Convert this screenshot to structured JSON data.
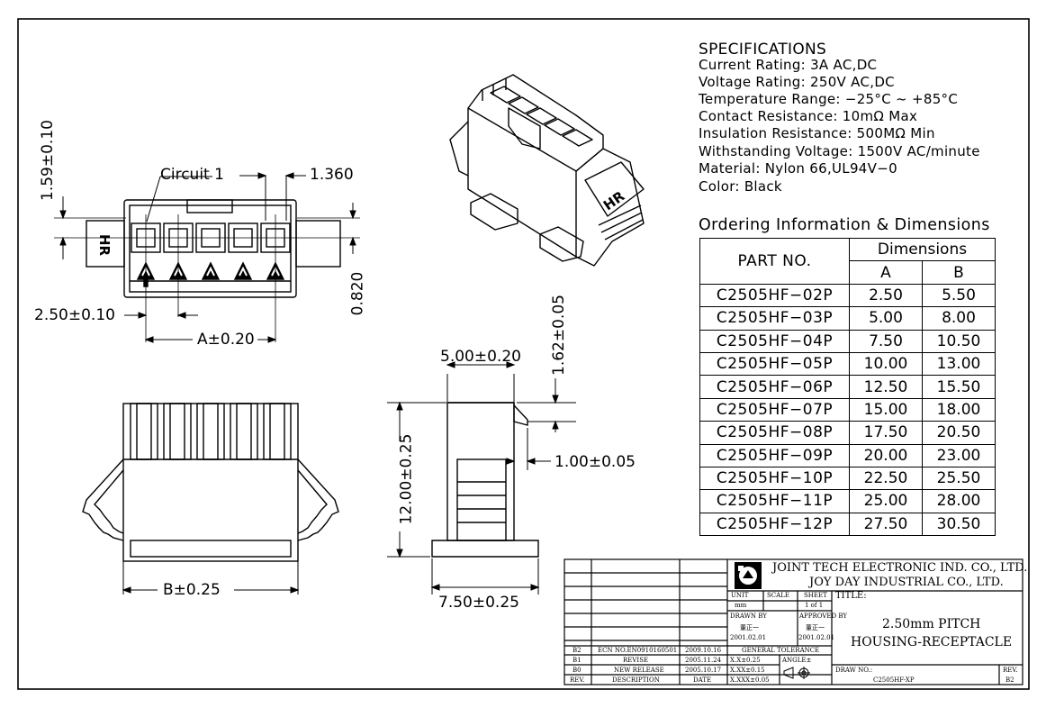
{
  "specs": {
    "heading": "SPECIFICATIONS",
    "lines": [
      "Current Rating: 3A AC,DC",
      "Voltage Rating: 250V AC,DC",
      "Temperature Range: −25°C ~ +85°C",
      "Contact Resistance: 10mΩ Max",
      "Insulation Resistance: 500MΩ Min",
      "Withstanding Voltage: 1500V AC/minute",
      "Material: Nylon 66,UL94V−0",
      "Color: Black"
    ]
  },
  "ordering": {
    "heading": "Ordering Information & Dimensions",
    "col_part": "PART NO.",
    "col_dims": "Dimensions",
    "col_a": "A",
    "col_b": "B",
    "rows": [
      {
        "part": "C2505HF−02P",
        "a": "2.50",
        "b": "5.50"
      },
      {
        "part": "C2505HF−03P",
        "a": "5.00",
        "b": "8.00"
      },
      {
        "part": "C2505HF−04P",
        "a": "7.50",
        "b": "10.50"
      },
      {
        "part": "C2505HF−05P",
        "a": "10.00",
        "b": "13.00"
      },
      {
        "part": "C2505HF−06P",
        "a": "12.50",
        "b": "15.50"
      },
      {
        "part": "C2505HF−07P",
        "a": "15.00",
        "b": "18.00"
      },
      {
        "part": "C2505HF−08P",
        "a": "17.50",
        "b": "20.50"
      },
      {
        "part": "C2505HF−09P",
        "a": "20.00",
        "b": "23.00"
      },
      {
        "part": "C2505HF−10P",
        "a": "22.50",
        "b": "25.50"
      },
      {
        "part": "C2505HF−11P",
        "a": "25.00",
        "b": "28.00"
      },
      {
        "part": "C2505HF−12P",
        "a": "27.50",
        "b": "30.50"
      }
    ]
  },
  "dims": {
    "d159": "1.59±0.10",
    "circuit1": "Circuit 1",
    "d1360": "1.360",
    "d0820": "0.820",
    "d250": "2.50±0.10",
    "dA": "A±0.20",
    "dB": "B±0.25",
    "d500": "5.00±0.20",
    "d162": "1.62±0.05",
    "d100": "1.00±0.05",
    "d1200": "12.00±0.25",
    "d750": "7.50±0.25",
    "hr": "HR"
  },
  "title_block": {
    "company1": "JOINT TECH ELECTRONIC IND. CO., LTD.",
    "company2": "JOY DAY INDUSTRIAL CO., LTD.",
    "unit_label": "UNIT",
    "unit_value": "mm",
    "scale_label": "SCALE",
    "sheet_label": "SHEET",
    "sheet_value": "1 of 1",
    "drawn_by_label": "DRAWN BY",
    "drawn_by_value": "董正一",
    "drawn_date": "2001.02.01",
    "approved_by_label": "APPROVED BY",
    "approved_by_value": "董正一",
    "approved_date": "2001.02.01",
    "tolerance_label": "GENERAL TOLERANCE",
    "tol_x": "X.X±0.25",
    "tol_xx": "X.XX±0.15",
    "tol_xxx": "X.XXX±0.05",
    "angle_label": "ANGLE±",
    "title_label": "TITLE:",
    "title_line1": "2.50mm PITCH",
    "title_line2": "HOUSING-RECEPTACLE",
    "draw_no_label": "DRAW NO.:",
    "draw_no_value": "C2505HF-XP",
    "rev_label": "REV.",
    "rev_value": "B2",
    "revisions": [
      {
        "rev": "B2",
        "desc": "ECN NO.EN0910160501",
        "date": "2009.10.16"
      },
      {
        "rev": "B1",
        "desc": "REVISE",
        "date": "2005.11.24"
      },
      {
        "rev": "B0",
        "desc": "NEW RELEASE",
        "date": "2005.10.17"
      }
    ],
    "hdr_rev": "REV.",
    "hdr_desc": "DESCRIPTION",
    "hdr_date": "DATE"
  }
}
